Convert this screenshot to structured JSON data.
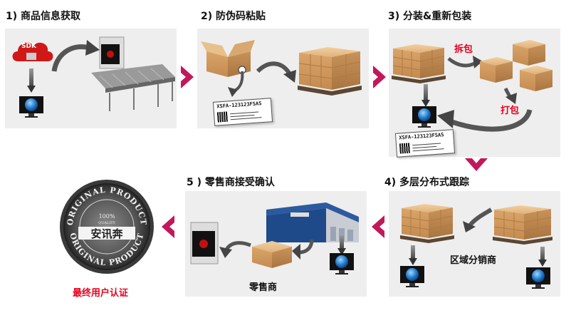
{
  "steps": {
    "s1": "1) 商品信息获取",
    "s2": "2) 防伪码粘贴",
    "s3": "3) 分装&重新包装",
    "s4": "4) 多层分布式跟踪",
    "s5": "5 ) 零售商接受确认"
  },
  "labels": {
    "sdk": "SDK",
    "code1": "XSFA-123123FSAS",
    "code2": "XSFA-123123FSAS",
    "unpack": "拆包",
    "pack": "打包",
    "distributor": "区域分销商",
    "retailer": "零售商",
    "user_auth": "最终用户认证"
  },
  "seal": {
    "top_text": "ORIGINAL PRODUCT",
    "bottom_text": "ORIGINAL PRODUCT",
    "badge": "100%",
    "quality": "QUALITY",
    "brand": "安讯奔"
  },
  "colors": {
    "accent": "#c2185b",
    "red_text": "#e6001e",
    "panel": "#eeeeee"
  }
}
